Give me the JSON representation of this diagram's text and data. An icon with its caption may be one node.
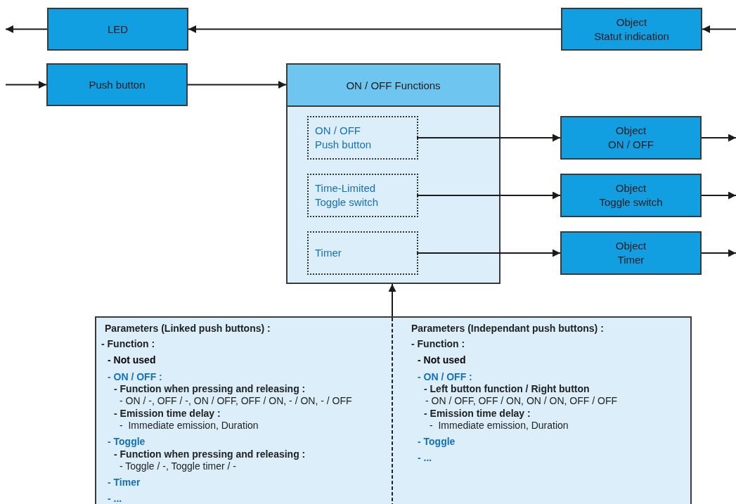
{
  "diagram": {
    "nodes": [
      {
        "text": [
          "LED"
        ]
      },
      {
        "text": [
          "Object",
          "Statut indication"
        ]
      },
      {
        "text": [
          "Push button"
        ]
      },
      {
        "text": [
          "ON / OFF Functions"
        ]
      },
      {
        "text": [
          "ON / OFF Push button"
        ],
        "in": 3
      },
      {
        "text": [
          "Time-Limited Toggle switch"
        ],
        "in": 3
      },
      {
        "text": [
          "Timer"
        ],
        "in": 3
      },
      {
        "text": [
          "Object",
          "ON / OFF"
        ]
      },
      {
        "text": [
          "Object",
          "Toggle switch"
        ]
      },
      {
        "text": [
          "Object",
          "Timer"
        ]
      },
      {
        "text": [
          "Parameters (Linked push buttons) :",
          "- Function :",
          "- Not used",
          "- ON / OFF :",
          "- Function when pressing and releasing :",
          "- ON / -, OFF / -, ON / OFF, OFF / ON, - / ON, - / OFF",
          "- Emission time delay :",
          "-  Immediate emission, Duration",
          "- Toggle",
          "- Function when pressing and releasing :",
          "- Toggle / -, Toggle timer / -",
          "- Timer",
          "- ...",
          "Parameters (Independant push buttons) :",
          "- Function :",
          "- Not used",
          "- ON / OFF :",
          "- Left button function / Right button",
          "- ON / OFF, OFF / ON, ON / ON, OFF / OFF",
          "- Emission time delay :",
          "-  Immediate emission, Duration",
          "- Toggle",
          "- ..."
        ]
      }
    ],
    "edges": [
      {
        "from": 0,
        "to": null,
        "arrow": "to"
      },
      {
        "from": 1,
        "to": 0,
        "arrow": "to"
      },
      {
        "from": null,
        "to": 1,
        "arrow": "to"
      },
      {
        "from": null,
        "to": 2,
        "arrow": "to"
      },
      {
        "from": 2,
        "to": 3,
        "arrow": "to"
      },
      {
        "from": 4,
        "to": 7,
        "arrow": "to"
      },
      {
        "from": 5,
        "to": 8,
        "arrow": "to"
      },
      {
        "from": 6,
        "to": 9,
        "arrow": "to"
      },
      {
        "from": 7,
        "to": null,
        "arrow": "to"
      },
      {
        "from": 8,
        "to": null,
        "arrow": "to"
      },
      {
        "from": 9,
        "to": null,
        "arrow": "to"
      },
      {
        "from": 10,
        "to": 3,
        "arrow": "to"
      }
    ]
  }
}
